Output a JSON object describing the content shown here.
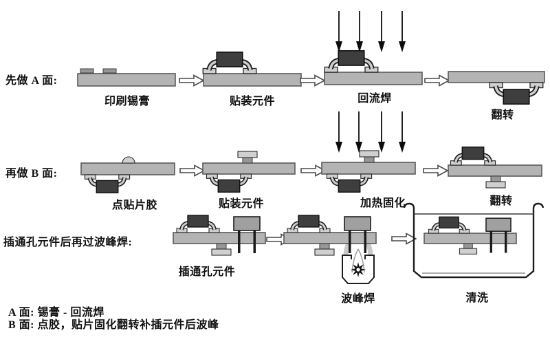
{
  "rows": [
    {
      "label": "先做 A 面:",
      "steps": [
        {
          "caption": "印刷锡膏"
        },
        {
          "caption": "贴装元件"
        },
        {
          "caption": "回流焊"
        },
        {
          "caption": "翻转"
        }
      ]
    },
    {
      "label": "再做 B 面:",
      "steps": [
        {
          "caption": "点贴片胶"
        },
        {
          "caption": "贴装元件"
        },
        {
          "caption": "加热固化"
        },
        {
          "caption": "翻转"
        }
      ]
    },
    {
      "label": "插通孔元件后再过波峰焊:",
      "steps": [
        {
          "caption": "插通孔元件"
        },
        {
          "caption": "波峰焊"
        },
        {
          "caption": "清洗"
        }
      ]
    }
  ],
  "notes": {
    "line1": "A 面: 锡膏 - 回流焊",
    "line2": "B 面: 点胶，贴片固化翻转补插元件后波峰"
  },
  "colors": {
    "background": "#ffffff",
    "board_fill": "#b4b4b4",
    "board_border": "#5a5a5a",
    "component_body": "#3e3e3e",
    "pad_fill": "#d0d0d0",
    "through_hole_body": "#a0a0a0",
    "line": "#1d1d1d",
    "wave_arch": "#c9c9c9",
    "text": "#111111"
  }
}
